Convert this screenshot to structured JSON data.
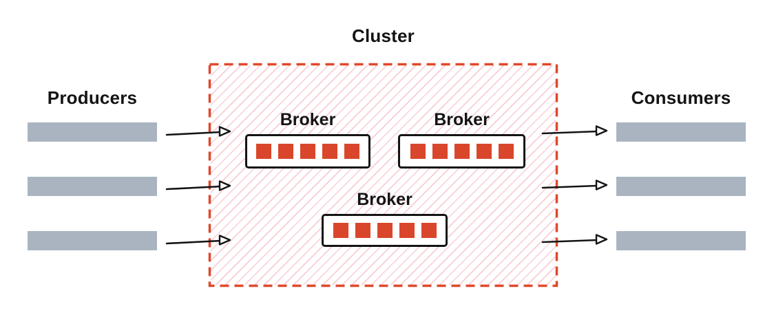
{
  "colors": {
    "accent": "#E0492B",
    "partition": "#D9462B",
    "hatch": "#F8CDD6",
    "bar": "#A9B4C0",
    "ink": "#141414"
  },
  "producers": {
    "label": "Producers",
    "count": 3
  },
  "consumers": {
    "label": "Consumers",
    "count": 3
  },
  "cluster": {
    "label": "Cluster",
    "brokers": [
      {
        "label": "Broker",
        "partitions": 5
      },
      {
        "label": "Broker",
        "partitions": 5
      },
      {
        "label": "Broker",
        "partitions": 5
      }
    ]
  },
  "flows": {
    "producer_arrows": 3,
    "consumer_arrows": 3
  }
}
